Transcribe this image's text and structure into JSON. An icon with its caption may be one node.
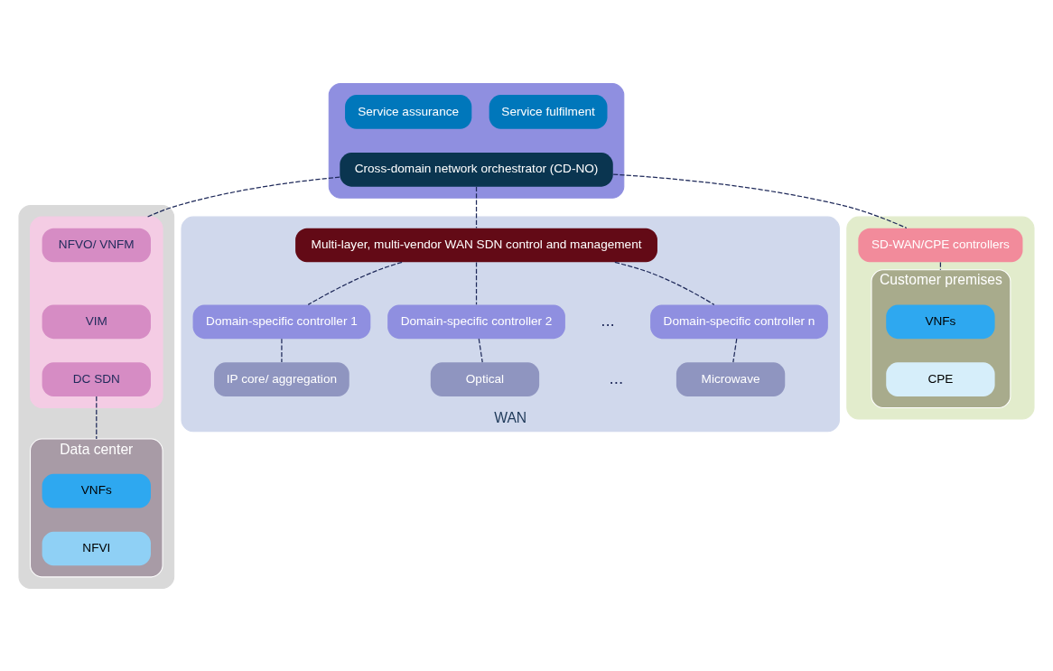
{
  "diagram": {
    "nodes": [
      {
        "text": [],
        "shape": "box"
      },
      {
        "text": [
          "Service assurance"
        ],
        "in": 0
      },
      {
        "text": [
          "Service fulfilment"
        ],
        "in": 0
      },
      {
        "text": [
          "Cross-domain network orchestrator (CD-NO)"
        ],
        "in": 0
      },
      {
        "text": [],
        "shape": "box"
      },
      {
        "text": [],
        "shape": "box",
        "in": 4
      },
      {
        "text": [
          "NFVO/ VNFM"
        ],
        "in": 5
      },
      {
        "text": [
          "VIM"
        ],
        "in": 5
      },
      {
        "text": [
          "DC SDN"
        ],
        "in": 5
      },
      {
        "text": [
          "Data center"
        ],
        "in": 4
      },
      {
        "text": [
          "VNFs"
        ],
        "in": 9
      },
      {
        "text": [
          "NFVI"
        ],
        "in": 9
      },
      {
        "text": [
          "WAN"
        ]
      },
      {
        "text": [
          "Multi-layer, multi-vendor WAN SDN control and management"
        ],
        "in": 12
      },
      {
        "text": [
          "Domain-specific controller 1"
        ],
        "in": 12
      },
      {
        "text": [
          "Domain-specific controller 2"
        ],
        "in": 12
      },
      {
        "text": [
          "Domain-specific controller n"
        ],
        "in": 12
      },
      {
        "text": [
          "IP core/ aggregation"
        ],
        "in": 12
      },
      {
        "text": [
          "Optical"
        ],
        "in": 12
      },
      {
        "text": [
          "Microwave"
        ],
        "in": 12
      },
      {
        "text": [],
        "shape": "box"
      },
      {
        "text": [
          "SD-WAN/CPE controllers"
        ],
        "in": 20
      },
      {
        "text": [
          "Customer premises"
        ],
        "in": 20
      },
      {
        "text": [
          "VNFs"
        ],
        "in": 22
      },
      {
        "text": [
          "CPE"
        ],
        "in": 22
      }
    ],
    "edges": [
      {
        "from": 3,
        "to": 5,
        "arrow": "none",
        "style": "dashed"
      },
      {
        "from": 3,
        "to": 13,
        "arrow": "none",
        "style": "dashed"
      },
      {
        "from": 3,
        "to": 21,
        "arrow": "none",
        "style": "dashed"
      },
      {
        "from": 8,
        "to": 9,
        "arrow": "none",
        "style": "dashed"
      },
      {
        "from": 13,
        "to": 14,
        "arrow": "none",
        "style": "dashed"
      },
      {
        "from": 13,
        "to": 15,
        "arrow": "none",
        "style": "dashed"
      },
      {
        "from": 13,
        "to": 16,
        "arrow": "none",
        "style": "dashed"
      },
      {
        "from": 14,
        "to": 17,
        "arrow": "none",
        "style": "dashed"
      },
      {
        "from": 15,
        "to": 18,
        "arrow": "none",
        "style": "dashed"
      },
      {
        "from": 16,
        "to": 19,
        "arrow": "none",
        "style": "dashed"
      },
      {
        "from": 21,
        "to": 22,
        "arrow": "none",
        "style": "dashed"
      }
    ],
    "labels": [
      "...",
      "..."
    ]
  }
}
